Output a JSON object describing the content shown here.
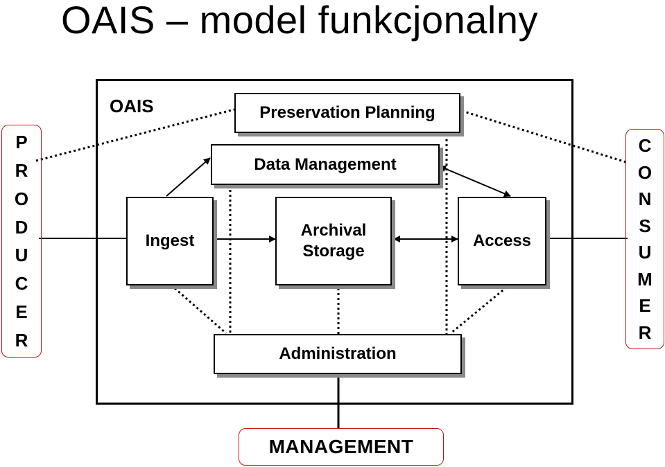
{
  "title": "OAIS – model funkcjonalny",
  "frame_label": "OAIS",
  "boxes": {
    "preservation_planning": "Preservation Planning",
    "data_management": "Data Management",
    "ingest": "Ingest",
    "archival_storage": "Archival\nStorage",
    "access": "Access",
    "administration": "Administration"
  },
  "producer": [
    "P",
    "R",
    "O",
    "D",
    "U",
    "C",
    "E",
    "R"
  ],
  "consumer": [
    "C",
    "O",
    "N",
    "S",
    "U",
    "M",
    "E",
    "R"
  ],
  "management": "MANAGEMENT",
  "colors": {
    "outline_red": "#cc1111",
    "shadow": "#8a8a8a",
    "ink": "#000000"
  }
}
